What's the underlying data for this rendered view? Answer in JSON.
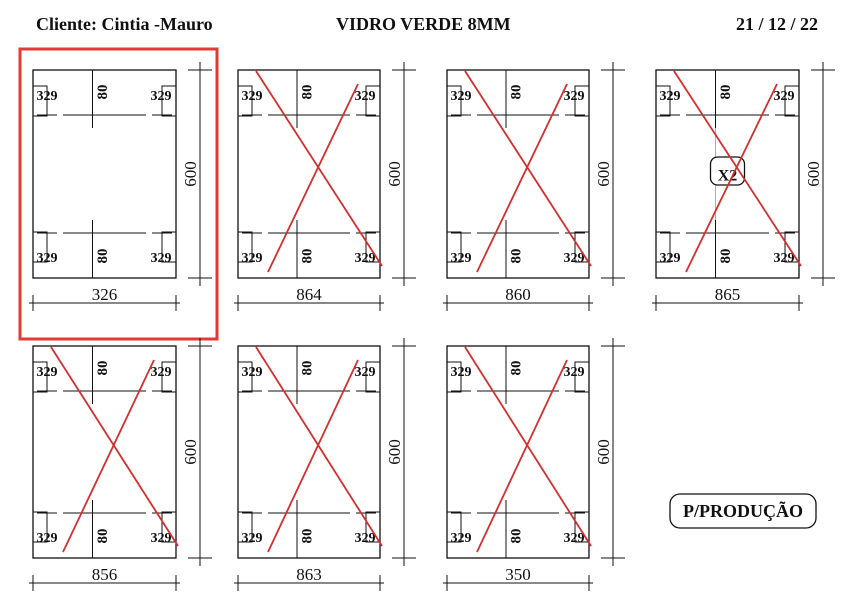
{
  "header": {
    "client": "Cliente: Cintia -Mauro",
    "title": "VIDRO VERDE  8MM",
    "date": "21 / 12 / 22"
  },
  "stamp": "P/PRODUÇÃO",
  "colors": {
    "line": "#111111",
    "highlight": "#e53935",
    "cross": "#d32f2f"
  },
  "panels": [
    {
      "width": "326",
      "height": "600",
      "hinges": {
        "top_left": "329",
        "top_right": "329",
        "bottom_left": "329",
        "bottom_right": "329"
      },
      "offset_top": "80",
      "offset_bottom": "80",
      "highlighted": true,
      "crossed": false,
      "qty": ""
    },
    {
      "width": "864",
      "height": "600",
      "hinges": {
        "top_left": "329",
        "top_right": "329",
        "bottom_left": "329",
        "bottom_right": "329"
      },
      "offset_top": "80",
      "offset_bottom": "80",
      "highlighted": false,
      "crossed": true,
      "qty": ""
    },
    {
      "width": "860",
      "height": "600",
      "hinges": {
        "top_left": "329",
        "top_right": "329",
        "bottom_left": "329",
        "bottom_right": "329"
      },
      "offset_top": "80",
      "offset_bottom": "80",
      "highlighted": false,
      "crossed": true,
      "qty": ""
    },
    {
      "width": "865",
      "height": "600",
      "hinges": {
        "top_left": "329",
        "top_right": "329",
        "bottom_left": "329",
        "bottom_right": "329"
      },
      "offset_top": "80",
      "offset_bottom": "80",
      "highlighted": false,
      "crossed": true,
      "qty": "X2"
    },
    {
      "width": "856",
      "height": "600",
      "hinges": {
        "top_left": "329",
        "top_right": "329",
        "bottom_left": "329",
        "bottom_right": "329"
      },
      "offset_top": "80",
      "offset_bottom": "80",
      "highlighted": false,
      "crossed": true,
      "qty": ""
    },
    {
      "width": "863",
      "height": "600",
      "hinges": {
        "top_left": "329",
        "top_right": "329",
        "bottom_left": "329",
        "bottom_right": "329"
      },
      "offset_top": "80",
      "offset_bottom": "80",
      "highlighted": false,
      "crossed": true,
      "qty": ""
    },
    {
      "width": "350",
      "height": "600",
      "hinges": {
        "top_left": "329",
        "top_right": "329",
        "bottom_left": "329",
        "bottom_right": "329"
      },
      "offset_top": "80",
      "offset_bottom": "80",
      "highlighted": false,
      "crossed": true,
      "qty": ""
    }
  ]
}
